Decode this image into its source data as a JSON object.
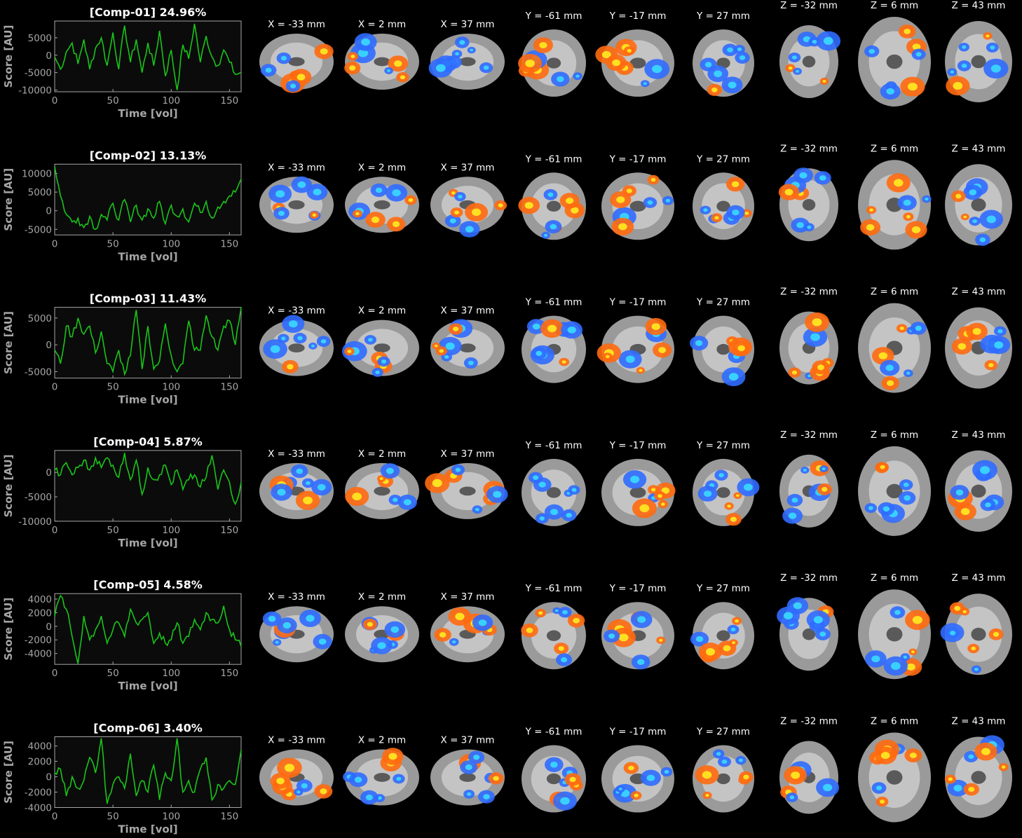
{
  "colors": {
    "background": "#000000",
    "plot_bg": "#0b0b0b",
    "line": "#19c419",
    "axis_text": "#a6a6a6",
    "title": "#ffffff",
    "hot": "#ff6a10",
    "hot_peak": "#ffe020",
    "cold": "#2f6bff",
    "cold_peak": "#39d0ff",
    "brain": "#9a9a9a"
  },
  "common": {
    "xlabel": "Time [vol]",
    "ylabel": "Score [AU]",
    "xticks": [
      0,
      50,
      100,
      150
    ],
    "xlim": [
      0,
      160
    ]
  },
  "slice_labels": [
    "X = -33 mm",
    "X = 2 mm",
    "X = 37 mm",
    "Y = -61 mm",
    "Y = -17 mm",
    "Y = 27 mm",
    "Z = -32 mm",
    "Z = 6 mm",
    "Z = 43 mm"
  ],
  "slice_icons": [
    "sagittal-slice-icon",
    "sagittal-slice-icon",
    "sagittal-slice-icon",
    "coronal-slice-icon",
    "coronal-slice-icon",
    "coronal-slice-icon",
    "axial-slice-icon",
    "axial-slice-icon",
    "axial-slice-icon"
  ],
  "chart_data": [
    {
      "type": "line",
      "title": "[Comp-01] 24.96%",
      "xlabel": "Time [vol]",
      "ylabel": "Score [AU]",
      "xlim": [
        0,
        160
      ],
      "ylim": [
        -10500,
        9800
      ],
      "yticks": [
        -10000,
        -5000,
        0,
        5000
      ],
      "ytick_labels": [
        "-10000",
        "-5000",
        "0",
        "5000"
      ],
      "x": [
        0,
        5,
        10,
        15,
        20,
        25,
        30,
        35,
        40,
        45,
        50,
        55,
        60,
        65,
        70,
        75,
        80,
        85,
        90,
        95,
        100,
        105,
        110,
        115,
        120,
        125,
        130,
        135,
        140,
        145,
        150,
        155,
        160
      ],
      "series": [
        {
          "values": [
            -500,
            -4000,
            1000,
            3500,
            -2500,
            4500,
            -4000,
            2000,
            5000,
            -3000,
            6500,
            -4000,
            8500,
            -2000,
            4500,
            -5000,
            3500,
            -3000,
            7000,
            -6000,
            1500,
            -10000,
            3000,
            -1000,
            9000,
            -2000,
            5500,
            -500,
            -3000,
            1500,
            -2000,
            -5500,
            -5000
          ]
        }
      ]
    },
    {
      "type": "line",
      "title": "[Comp-02] 13.13%",
      "xlabel": "Time [vol]",
      "ylabel": "Score [AU]",
      "xlim": [
        0,
        160
      ],
      "ylim": [
        -6500,
        12500
      ],
      "yticks": [
        -5000,
        0,
        5000,
        10000
      ],
      "ytick_labels": [
        "-5000",
        "0",
        "5000",
        "10000"
      ],
      "x": [
        0,
        5,
        10,
        15,
        20,
        25,
        30,
        35,
        40,
        45,
        50,
        55,
        60,
        65,
        70,
        75,
        80,
        85,
        90,
        95,
        100,
        105,
        110,
        115,
        120,
        125,
        130,
        135,
        140,
        145,
        150,
        155,
        160
      ],
      "series": [
        {
          "values": [
            12000,
            4000,
            -1000,
            -3000,
            -2000,
            -4500,
            -1500,
            -5000,
            -1000,
            -2500,
            2000,
            -2500,
            3000,
            -3000,
            1500,
            -2500,
            500,
            -2000,
            2500,
            -3500,
            1500,
            -1500,
            500,
            -3000,
            2000,
            -500,
            2500,
            -2000,
            1000,
            2500,
            4000,
            5000,
            8500
          ]
        }
      ]
    },
    {
      "type": "line",
      "title": "[Comp-03] 11.43%",
      "xlabel": "Time [vol]",
      "ylabel": "Score [AU]",
      "xlim": [
        0,
        160
      ],
      "ylim": [
        -6200,
        7000
      ],
      "yticks": [
        -5000,
        0,
        5000
      ],
      "ytick_labels": [
        "-5000",
        "0",
        "5000"
      ],
      "x": [
        0,
        5,
        10,
        15,
        20,
        25,
        30,
        35,
        40,
        45,
        50,
        55,
        60,
        65,
        70,
        75,
        80,
        85,
        90,
        95,
        100,
        105,
        110,
        115,
        120,
        125,
        130,
        135,
        140,
        145,
        150,
        155,
        160
      ],
      "series": [
        {
          "values": [
            -1000,
            -3500,
            3500,
            1500,
            5000,
            2000,
            3500,
            -1500,
            2500,
            -3500,
            -5000,
            -1000,
            -5500,
            -2000,
            6500,
            -4500,
            3500,
            -4500,
            -3000,
            4000,
            -2000,
            -5000,
            -3500,
            4500,
            -1000,
            -1000,
            5500,
            1500,
            -1000,
            3500,
            4500,
            0,
            7000
          ]
        }
      ]
    },
    {
      "type": "line",
      "title": "[Comp-04] 5.87%",
      "xlabel": "Time [vol]",
      "ylabel": "Score [AU]",
      "xlim": [
        0,
        160
      ],
      "ylim": [
        -10000,
        4500
      ],
      "yticks": [
        -10000,
        -5000,
        0
      ],
      "ytick_labels": [
        "-10000",
        "-5000",
        "0"
      ],
      "x": [
        0,
        5,
        10,
        15,
        20,
        25,
        30,
        35,
        40,
        45,
        50,
        55,
        60,
        65,
        70,
        75,
        80,
        85,
        90,
        95,
        100,
        105,
        110,
        115,
        120,
        125,
        130,
        135,
        140,
        145,
        150,
        155,
        160
      ],
      "series": [
        {
          "values": [
            500,
            -500,
            2000,
            -500,
            1000,
            2500,
            500,
            3000,
            1000,
            3000,
            1500,
            -1000,
            4000,
            -1500,
            2500,
            -4500,
            1000,
            -1500,
            -500,
            1500,
            -2500,
            500,
            -3500,
            -1500,
            -500,
            -3000,
            -1000,
            3500,
            -3500,
            500,
            -2000,
            -6500,
            -2000
          ]
        }
      ]
    },
    {
      "type": "line",
      "title": "[Comp-05] 4.58%",
      "xlabel": "Time [vol]",
      "ylabel": "Score [AU]",
      "xlim": [
        0,
        160
      ],
      "ylim": [
        -5600,
        4800
      ],
      "yticks": [
        -4000,
        -2000,
        0,
        2000,
        4000
      ],
      "ytick_labels": [
        "-4000",
        "-2000",
        "0",
        "2000",
        "4000"
      ],
      "x": [
        0,
        5,
        10,
        15,
        20,
        25,
        30,
        35,
        40,
        45,
        50,
        55,
        60,
        65,
        70,
        75,
        80,
        85,
        90,
        95,
        100,
        105,
        110,
        115,
        120,
        125,
        130,
        135,
        140,
        145,
        150,
        155,
        160
      ],
      "series": [
        {
          "values": [
            1500,
            4500,
            2500,
            -1500,
            -5500,
            1500,
            -2000,
            -500,
            1500,
            -2500,
            -500,
            500,
            -1500,
            2500,
            500,
            1000,
            2000,
            -2500,
            -1000,
            -2500,
            -2000,
            500,
            -2500,
            -1500,
            1000,
            -500,
            2000,
            1000,
            500,
            3000,
            -500,
            -2000,
            -3000
          ]
        }
      ]
    },
    {
      "type": "line",
      "title": "[Comp-06] 3.40%",
      "xlabel": "Time [vol]",
      "ylabel": "Score [AU]",
      "xlim": [
        0,
        160
      ],
      "ylim": [
        -4000,
        5200
      ],
      "yticks": [
        -4000,
        -2000,
        0,
        2000,
        4000
      ],
      "ytick_labels": [
        "-4000",
        "-2000",
        "0",
        "2000",
        "4000"
      ],
      "x": [
        0,
        5,
        10,
        15,
        20,
        25,
        30,
        35,
        40,
        45,
        50,
        55,
        60,
        65,
        70,
        75,
        80,
        85,
        90,
        95,
        100,
        105,
        110,
        115,
        120,
        125,
        130,
        135,
        140,
        145,
        150,
        155,
        160
      ],
      "series": [
        {
          "values": [
            500,
            1000,
            -2500,
            0,
            -1500,
            -500,
            2500,
            500,
            5000,
            -3500,
            -1000,
            0,
            -1500,
            3000,
            -2500,
            -500,
            -2000,
            1500,
            -3000,
            500,
            -500,
            5000,
            -2000,
            -500,
            -2000,
            1000,
            2500,
            -3000,
            -1000,
            -1500,
            -500,
            -1000,
            3500
          ]
        }
      ]
    }
  ]
}
